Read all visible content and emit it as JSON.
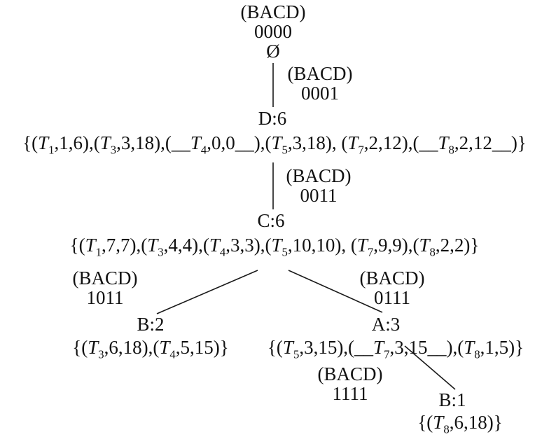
{
  "diagram": {
    "type": "itemset-search-tree",
    "root": {
      "bitmap": "(BACD)",
      "code": "0000",
      "label": "Ø"
    },
    "nodes": {
      "d": {
        "edge_bitmap": "(BACD)",
        "edge_code": "0001",
        "label": "D:6",
        "tidset": "{(T_1,1,6),(T_3,3,18),(__T_4,0,0__),(T_5,3,18), (T_7,2,12),(__T_8,2,12__)}"
      },
      "c": {
        "edge_bitmap": "(BACD)",
        "edge_code": "0011",
        "label": "C:6",
        "tidset": "{(T_1,7,7),(T_3,4,4),(T_4,3,3),(T_5,10,10), (T_7,9,9),(T_8,2,2)}"
      },
      "b2": {
        "edge_bitmap": "(BACD)",
        "edge_code": "1011",
        "label": "B:2",
        "tidset": "{(T_3,6,18),(T_4,5,15)}"
      },
      "a3": {
        "edge_bitmap": "(BACD)",
        "edge_code": "0111",
        "label": "A:3",
        "tidset": "{(T_5,3,15),(__T_7,3,15__),(T_8,1,5)}"
      },
      "b1": {
        "edge_bitmap": "(BACD)",
        "edge_code": "1111",
        "label": "B:1",
        "tidset": "{(T_8,6,18)}"
      }
    }
  }
}
